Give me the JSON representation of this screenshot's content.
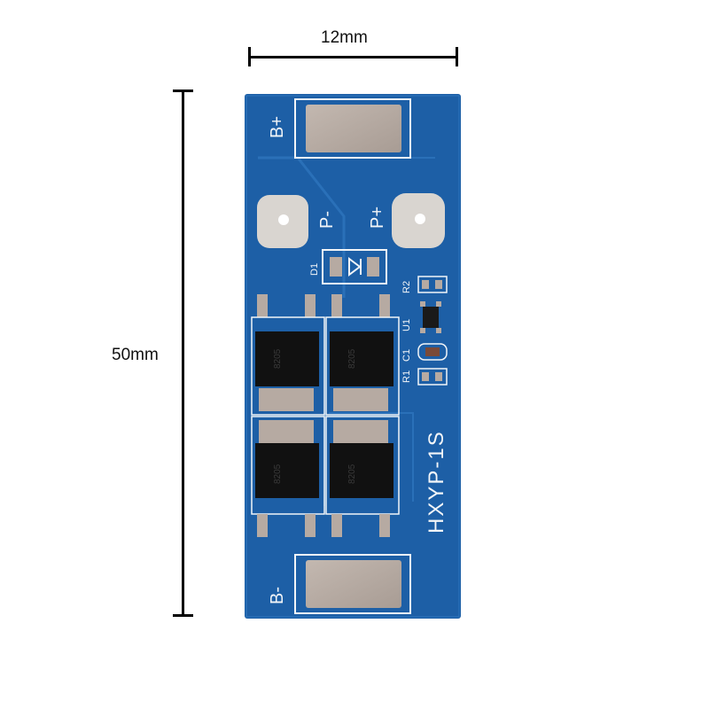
{
  "dimensions": {
    "width_label": "12mm",
    "height_label": "50mm"
  },
  "board": {
    "model": "HXYP-1S",
    "pad_top_label": "B+",
    "pad_bottom_label": "B-",
    "pad_left_label": "P-",
    "pad_right_label": "P+",
    "components": {
      "diode": "D1",
      "ic": "U1",
      "cap": "C1",
      "r1": "R1",
      "r2": "R2"
    },
    "mosfet_marks": [
      "8205",
      "8205",
      "8205",
      "8205"
    ]
  },
  "colors": {
    "pcb_blue": "#1d5fa6",
    "pad_silver": "#b6aaa2",
    "silkscreen": "#f2f5f8"
  }
}
